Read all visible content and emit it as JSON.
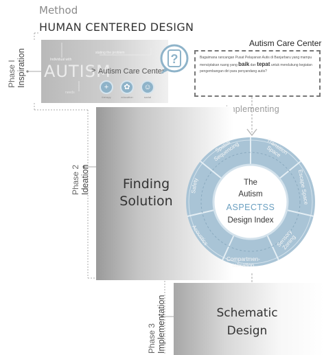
{
  "header": {
    "method_label": "Method",
    "method_title": "HUMAN CENTERED DESIGN"
  },
  "phases": [
    {
      "num": "Phase I",
      "name": "Inspiration"
    },
    {
      "num": "Phase 2",
      "name": "Ideation"
    },
    {
      "num": "Phase 3",
      "name": "Implementation"
    }
  ],
  "phase1": {
    "individual_with": "Individual with",
    "autism": "AUTISM",
    "needs": "needs",
    "stating": "stating the problem",
    "arrow": ">",
    "autism_care_center": "Autism Care Center",
    "icons": [
      {
        "icon": "medical-cross-icon",
        "glyph": "+",
        "caption": "therapy"
      },
      {
        "icon": "leaf-icon",
        "glyph": "✿",
        "caption": "education"
      },
      {
        "icon": "people-icon",
        "glyph": "☺",
        "caption": "social"
      }
    ]
  },
  "question": {
    "title": "Autism Care Center",
    "text_before": "Bagaimana rancangan Pusat Pelayanan Autis di Banjarbaru yang mampu menciptakan ruang yang",
    "word_baik": "baik",
    "word_dan": "dan",
    "word_tepat": "tepat",
    "text_after": "untuk mendukung kegiatan pengembangan diri para penyandang autis?"
  },
  "implementing": "implementing",
  "phase2": {
    "finding_line1": "Finding",
    "finding_line2": "Solution",
    "index_line1": "The",
    "index_line2": "Autism",
    "index_line3": "ASPECTSS",
    "index_line4": "Design Index",
    "segments": [
      {
        "line1": "Transition",
        "line2": "Space"
      },
      {
        "line1": "Escape Space",
        "line2": ""
      },
      {
        "line1": "Sensory",
        "line2": "Zoning"
      },
      {
        "line1": "Compartmen-",
        "line2": "talisation"
      },
      {
        "line1": "Acoustics",
        "line2": ""
      },
      {
        "line1": "Safety",
        "line2": ""
      },
      {
        "line1": "Spatial",
        "line2": "Sequencing"
      }
    ]
  },
  "phase3": {
    "line1": "Schematic",
    "line2": "Design"
  },
  "colors": {
    "ring": "#a9c4d6",
    "ring_light": "#d3e2ec",
    "accent_blue": "#6a9fc0",
    "box_gray": "#c4c4c4"
  }
}
